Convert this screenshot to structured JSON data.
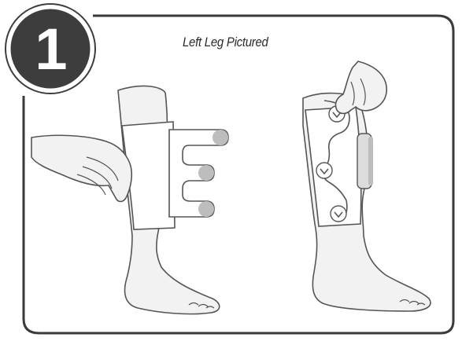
{
  "step": {
    "number": "1"
  },
  "caption": "Left Leg Pictured",
  "icons": {
    "badge": "step-number-badge",
    "strap_marker": "chevron-down-icon"
  },
  "colors": {
    "badge_fill": "#3d3d3d",
    "frame": "#3a3a3a",
    "outline": "#555555",
    "skin": "#f2f2f2",
    "device": "#dcdcdc",
    "device_shadow": "#bdbdbd"
  }
}
